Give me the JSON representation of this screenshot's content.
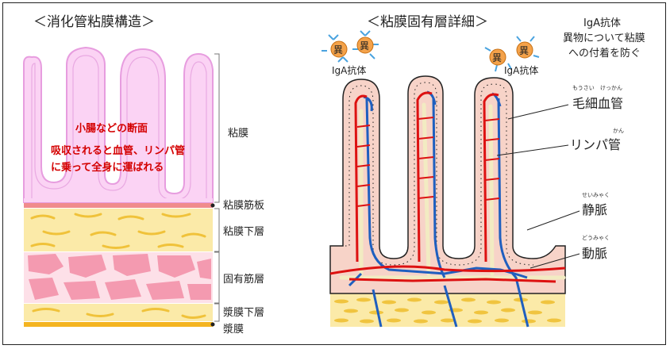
{
  "left_title": "＜消化管粘膜構造＞",
  "right_title": "＜粘膜固有層詳細＞",
  "left_note": {
    "line1": "小腸などの断面",
    "line2": "吸収されると血管、リンパ管",
    "line3": "に乗って全身に運ばれる"
  },
  "layers": {
    "mucosa": "粘膜",
    "muscularis_mucosae": "粘膜筋板",
    "submucosa": "粘膜下層",
    "muscularis_propria": "固有筋層",
    "subserosa": "漿膜下層",
    "serosa": "漿膜"
  },
  "iga_note": {
    "line1": "IgA抗体",
    "line2": "異物について粘膜",
    "line3": "への付着を防ぐ"
  },
  "iga_label_1": "IgA抗体",
  "iga_label_2": "IgA抗体",
  "foreign_char": "異",
  "structures": {
    "capillary": {
      "label": "毛細血管",
      "ruby_a": "もうさい",
      "ruby_b": "けっかん"
    },
    "lymphatic": {
      "label": "リンパ管",
      "ruby": "かん"
    },
    "vein": {
      "label": "静脈",
      "ruby": "せいみゃく"
    },
    "artery": {
      "label": "動脈",
      "ruby": "どうみゃく"
    }
  },
  "colors": {
    "artery": "#dd1111",
    "vein": "#1f5fbf",
    "mucosa": "#fbd3f4",
    "muscle": "#f49ab0",
    "submucosa": "#fbeaa8",
    "serosa": "#f4b420"
  }
}
